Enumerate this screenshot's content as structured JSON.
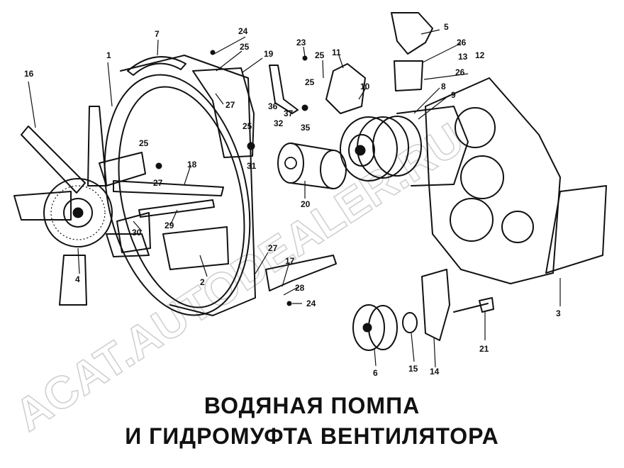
{
  "watermark": "ACAT.AUTODEALER.RU",
  "title_line1": "ВОДЯНАЯ ПОМПА",
  "title_line2": "И ГИДРОМУФТА ВЕНТИЛЯТОРА",
  "callouts": {
    "c1": "1",
    "c2": "2",
    "c3": "3",
    "c4": "4",
    "c5": "5",
    "c6": "6",
    "c7": "7",
    "c8": "8",
    "c9": "9",
    "c10": "10",
    "c11": "11",
    "c12": "12",
    "c13": "13",
    "c14": "14",
    "c15": "15",
    "c16": "16",
    "c17": "17",
    "c18": "18",
    "c19": "19",
    "c20": "20",
    "c21": "21",
    "c23": "23",
    "c24a": "24",
    "c24b": "24",
    "c25a": "25",
    "c25b": "25",
    "c25c": "25",
    "c25d": "25",
    "c25e": "25",
    "c26a": "26",
    "c26b": "26",
    "c27a": "27",
    "c27b": "27",
    "c27c": "27",
    "c28": "28",
    "c29": "29",
    "c30": "30",
    "c31": "31",
    "c32": "32",
    "c35": "35",
    "c36": "36",
    "c37": "37"
  }
}
